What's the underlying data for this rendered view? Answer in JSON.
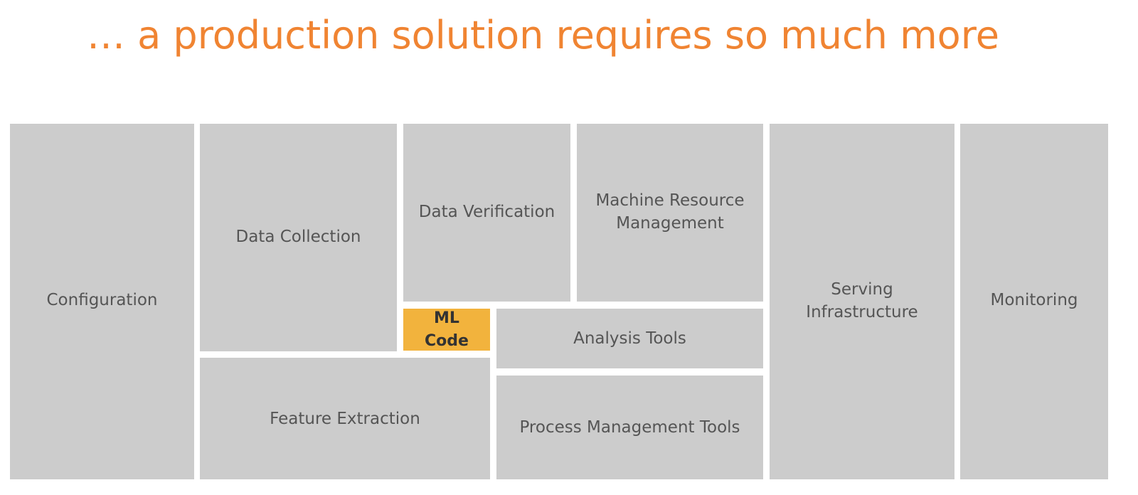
{
  "title": "… a production solution requires so much more",
  "blocks": {
    "configuration": "Configuration",
    "data_collection": "Data Collection",
    "data_verification": "Data Verification",
    "machine_resource_line1": "Machine Resource",
    "machine_resource_line2": "Management",
    "ml_code": "ML Code",
    "analysis_tools": "Analysis Tools",
    "feature_extraction": "Feature Extraction",
    "process_management_tools": "Process Management Tools",
    "serving_infrastructure_line1": "Serving",
    "serving_infrastructure_line2": "Infrastructure",
    "monitoring": "Monitoring"
  },
  "colors": {
    "title": "#f08432",
    "block_fill": "#cccccc",
    "block_text": "#555555",
    "ml_code_fill": "#f2b33d",
    "ml_code_text": "#333333"
  }
}
